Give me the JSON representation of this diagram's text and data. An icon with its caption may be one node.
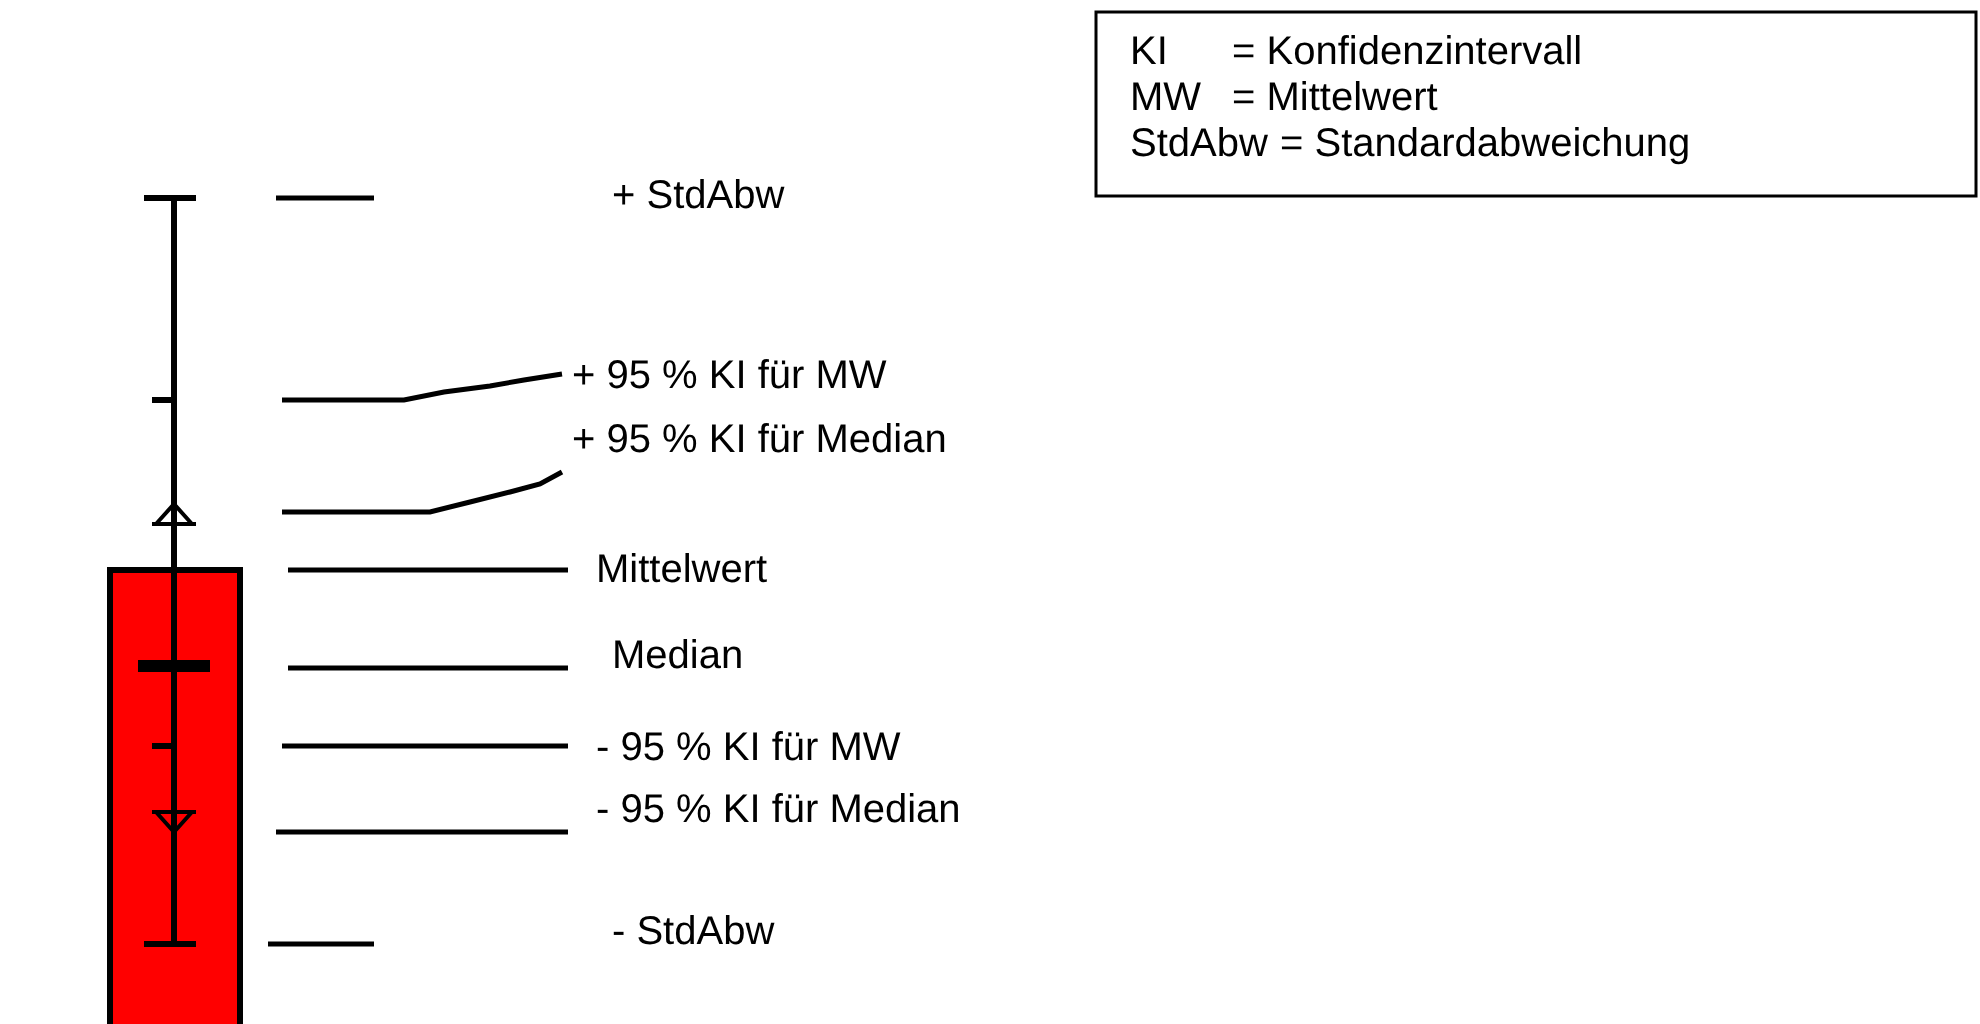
{
  "diagram": {
    "labels": [
      "KI",
      "= Konfidenzintervall",
      "MW",
      "= Mittelwert",
      "StdAbw",
      "= Standardabweichung",
      "+ StdAbw",
      "+ 95 % KI für MW",
      "+ 95 % KI für Median",
      "Mittelwert",
      "Median",
      "- 95 % KI für MW",
      "- 95 % KI für Median",
      "- StdAbw"
    ]
  }
}
